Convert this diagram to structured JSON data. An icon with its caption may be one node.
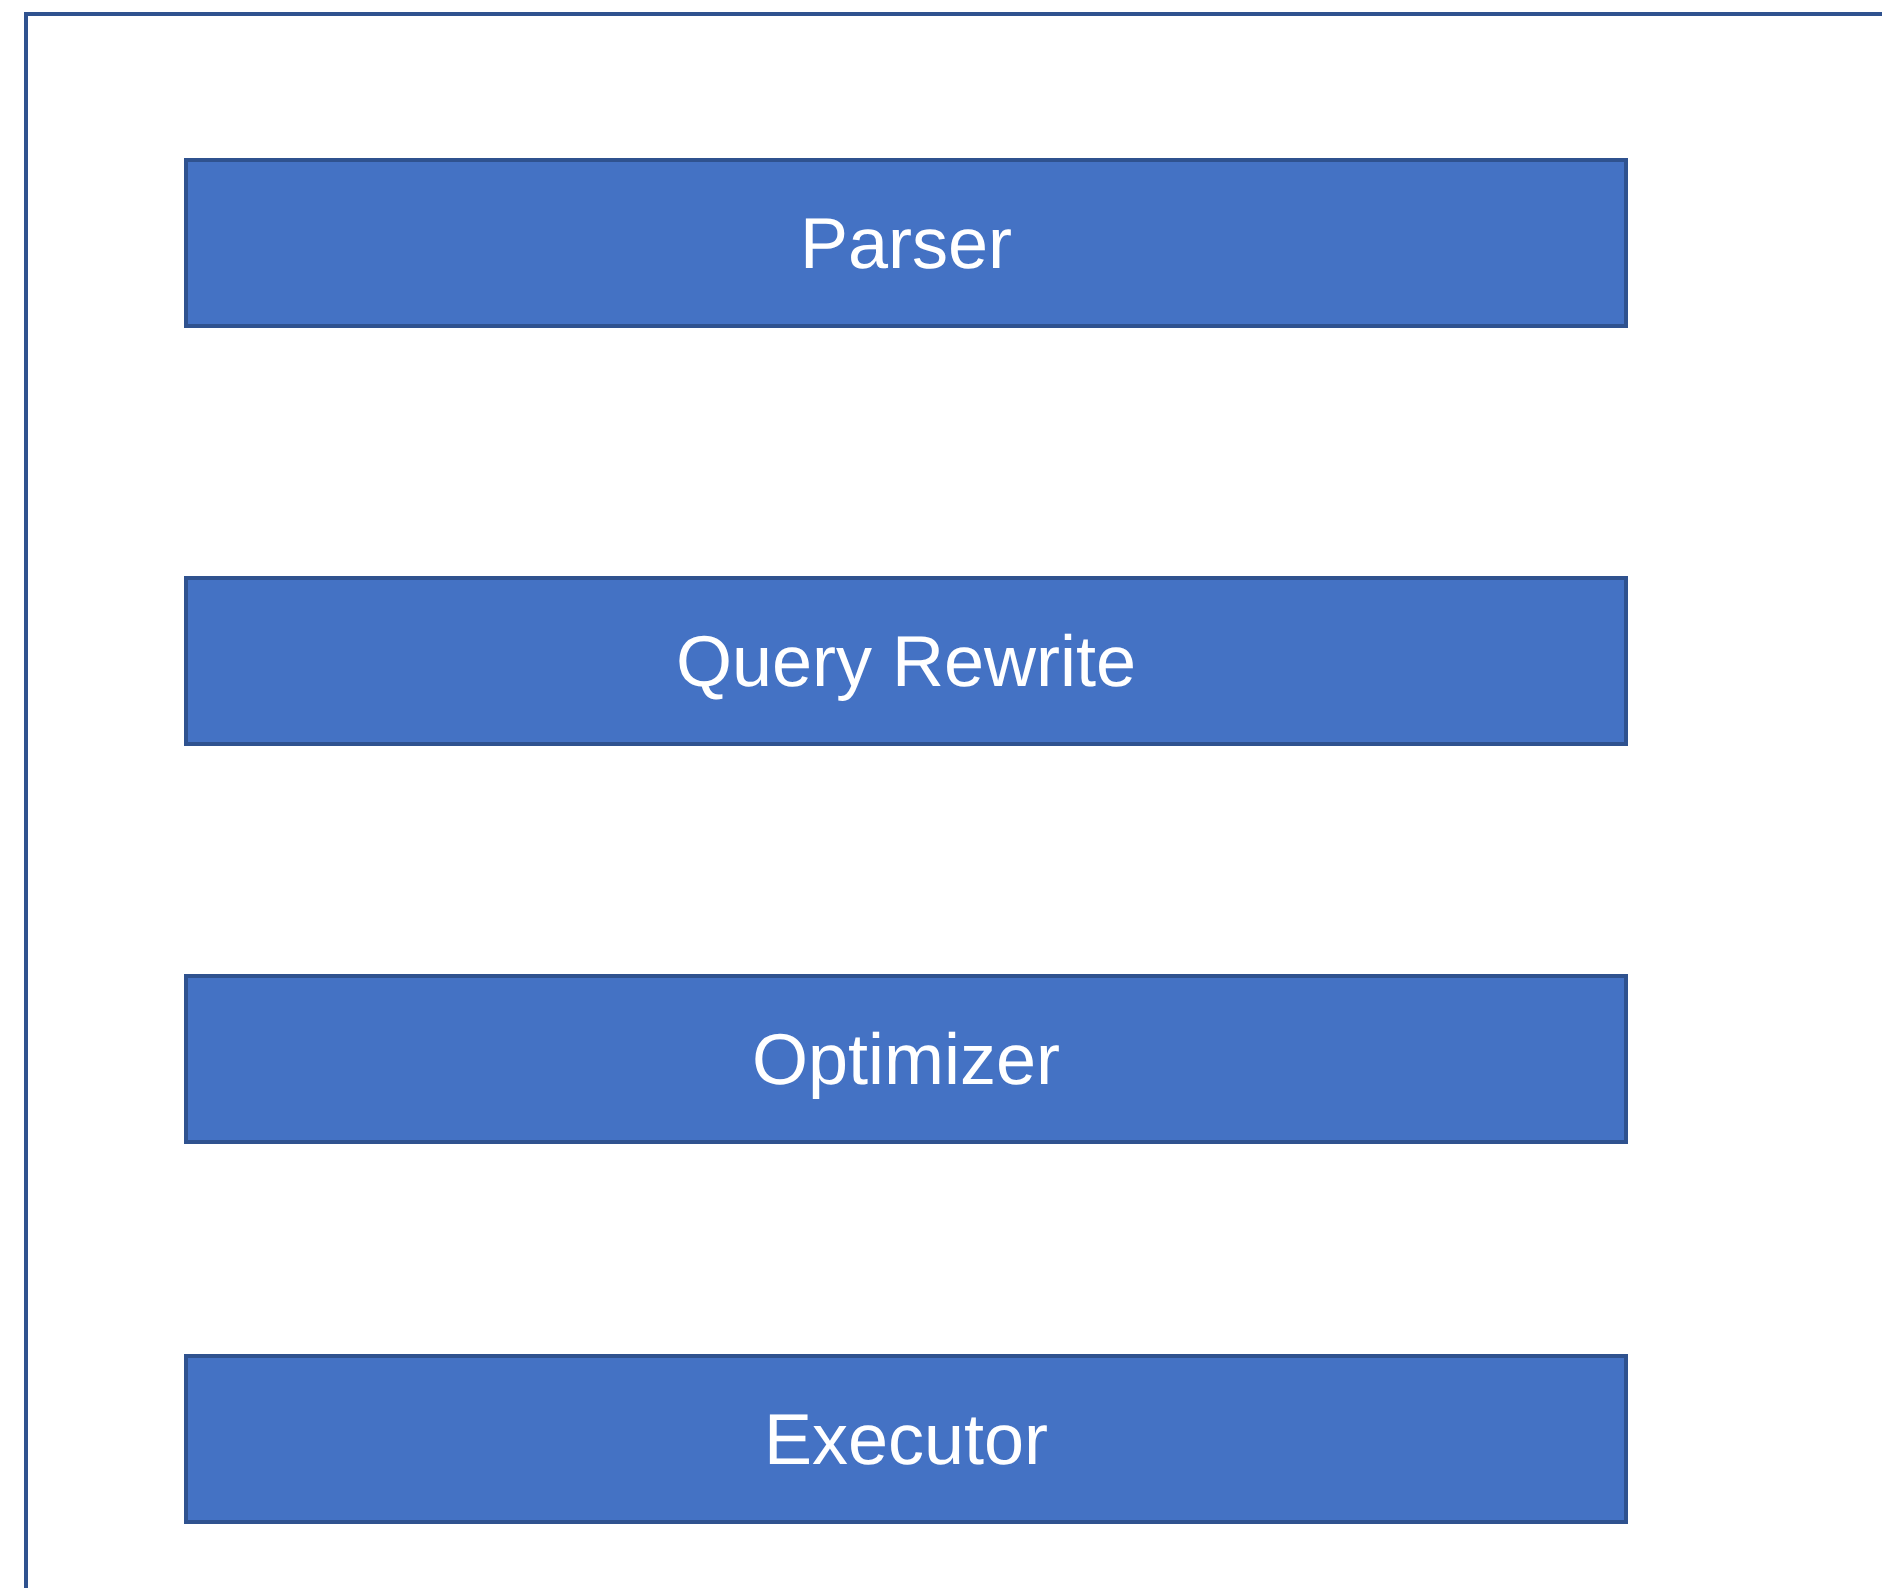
{
  "diagram": {
    "nodes": [
      {
        "text": [],
        "shape": "box"
      },
      {
        "text": [
          "Parser"
        ],
        "in": 0
      },
      {
        "text": [
          "Query Rewrite"
        ],
        "in": 0
      },
      {
        "text": [
          "Optimizer"
        ],
        "in": 0
      },
      {
        "text": [
          "Executor"
        ],
        "in": 0
      }
    ]
  }
}
